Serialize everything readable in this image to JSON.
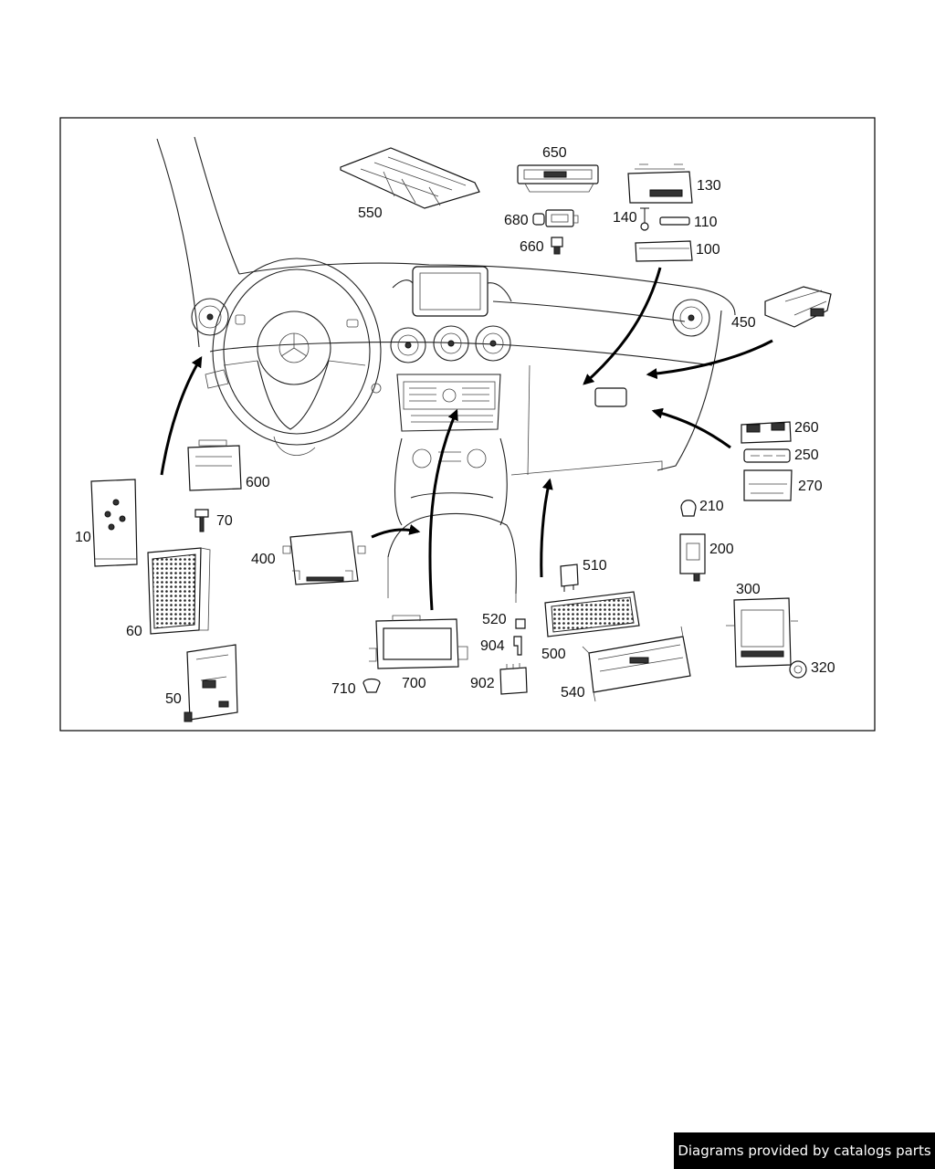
{
  "callouts": [
    "650",
    "130",
    "550",
    "140",
    "110",
    "680",
    "660",
    "100",
    "450",
    "260",
    "250",
    "270",
    "210",
    "600",
    "200",
    "70",
    "10",
    "400",
    "510",
    "300",
    "60",
    "520",
    "904",
    "500",
    "700",
    "710",
    "902",
    "540",
    "320",
    "50"
  ],
  "footer": {
    "text": "Diagrams provided by catalogs parts"
  }
}
